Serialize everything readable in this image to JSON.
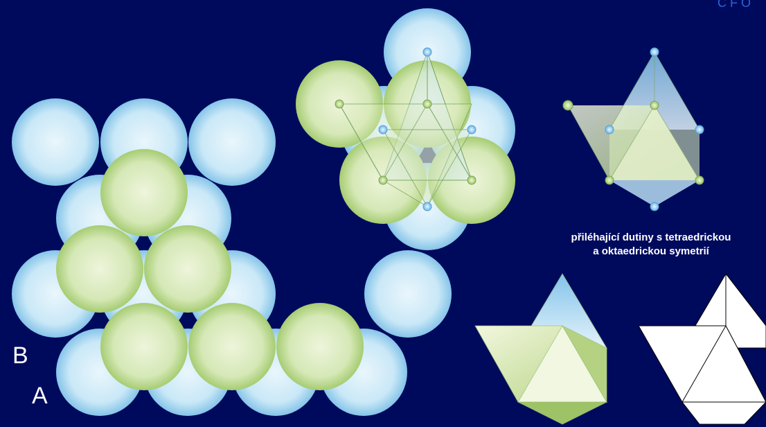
{
  "layers": {
    "upper": "B",
    "lower": "A"
  },
  "caption": {
    "line1": "přiléhající dutiny s tetraedrickou",
    "line2": "a oktaedrickou symetrií"
  },
  "corner_text": "C F O",
  "colors": {
    "background": "#000a5c",
    "blue_sphere": "#a9d6ef",
    "green_sphere": "#c3dd9a",
    "white_polyhedron": "#ffffff"
  }
}
